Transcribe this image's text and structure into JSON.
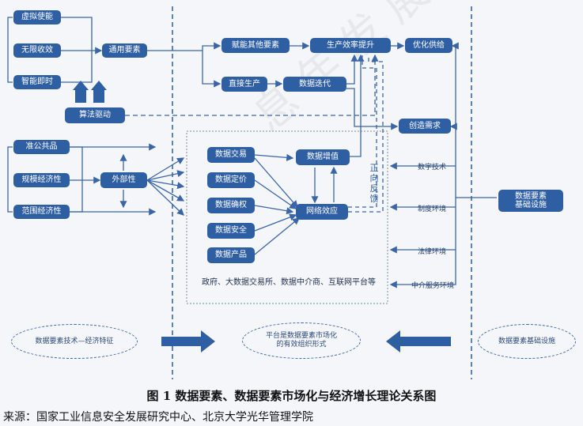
{
  "boxes": {
    "virtual": "虚拟使能",
    "unlimited": "无限收效",
    "smart": "智能即时",
    "general": "通用要素",
    "algorithm": "算法驱动",
    "public_goods": "准公共品",
    "scale": "规模经济性",
    "scope": "范围经济性",
    "externality": "外部性",
    "empower": "赋能其他要素",
    "direct": "直接生产",
    "efficiency": "生产效率提升",
    "iteration": "数据迭代",
    "optimize": "优化供给",
    "demand": "创造需求",
    "trade": "数据交易",
    "pricing": "数据定价",
    "rights": "数据确权",
    "security": "数据安全",
    "product": "数据产品",
    "value_add": "数据增值",
    "network": "网络效应",
    "infra": "数据要素\n基础设施"
  },
  "labels": {
    "feedback": "正向反馈",
    "platform": "政府、大数据交易所、数据中介商、互联网平台等",
    "tech": "数字技术",
    "institution": "制度环境",
    "legal": "法律环境",
    "intermediary": "中介服务环境"
  },
  "ellipses": {
    "left": "数据要素技术—经济特征",
    "center": "平台是数据要素市场化\n的有效组织形式",
    "right": "数据要素基础设施"
  },
  "caption": "图 1  数据要素、数据要素市场化与经济增长理论关系图",
  "source": "来源：国家工业信息安全发展研究中心、北京大学光华管理学院",
  "watermark": "息  年  发 展 研 究 中 心",
  "colors": {
    "box": "#2f5fa3",
    "line": "#3a66a8"
  }
}
